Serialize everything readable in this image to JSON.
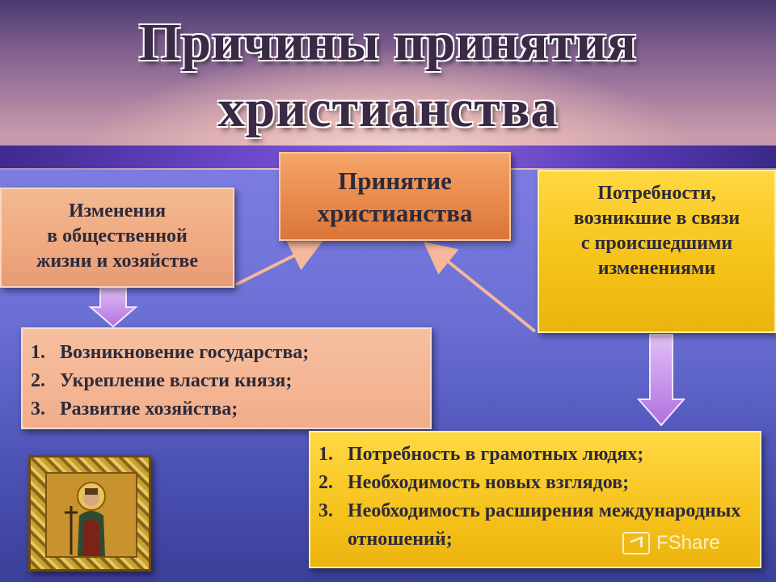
{
  "title": {
    "line1": "Причины принятия",
    "line2": "христианства"
  },
  "center_box": {
    "line1": "Принятие",
    "line2": "христианства"
  },
  "changes_box": {
    "line1": "Изменения",
    "line2": "в общественной",
    "line3": "жизни и хозяйстве"
  },
  "needs_box": {
    "line1": "Потребности,",
    "line2": "возникшие в связи",
    "line3": "с происшедшими",
    "line4": "изменениями"
  },
  "changes_list": [
    {
      "num": "1.",
      "text": "Возникновение  государства;"
    },
    {
      "num": "2.",
      "text": "Укрепление  власти князя;"
    },
    {
      "num": "3.",
      "text": "Развитие хозяйства;"
    }
  ],
  "needs_list": [
    {
      "num": "1.",
      "text": "Потребность в грамотных людях;"
    },
    {
      "num": "2.",
      "text": "Необходимость новых взглядов;"
    },
    {
      "num": "3.",
      "text": "Необходимость расширения международных отношений;"
    }
  ],
  "watermark": {
    "text": "FShare"
  },
  "colors": {
    "center_box": "#e98a4c",
    "changes_box": "#efa880",
    "needs_box": "#f5c31a",
    "arrow_down": "#c48ae6",
    "arrow_line": "#f6b89a",
    "title_text": "#3a2a46"
  },
  "icons": {
    "down_arrow": "down-arrow-icon",
    "icon_image": "saint-icon-image",
    "watermark_logo": "share-logo-icon"
  }
}
